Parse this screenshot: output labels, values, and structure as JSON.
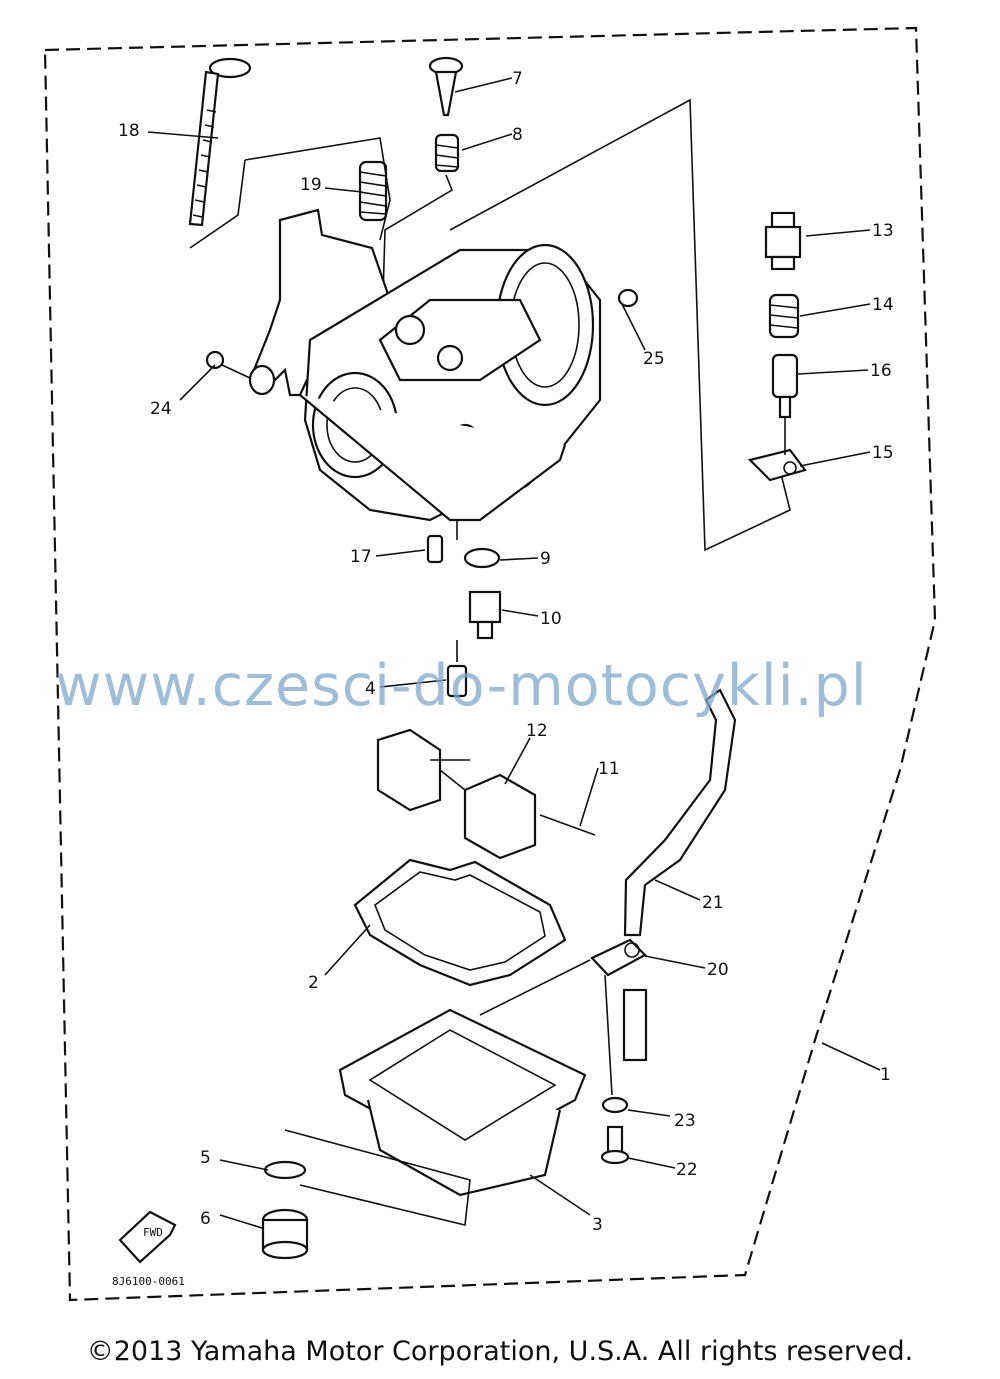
{
  "diagram": {
    "callouts": [
      "1",
      "2",
      "3",
      "4",
      "5",
      "6",
      "7",
      "8",
      "9",
      "10",
      "11",
      "12",
      "13",
      "14",
      "15",
      "16",
      "17",
      "18",
      "19",
      "20",
      "21",
      "22",
      "23",
      "24",
      "25"
    ],
    "drawing_code": "8J6100-0061",
    "corner_mark": "FWD"
  },
  "watermark": "www.czesci-do-motocykli.pl",
  "copyright": "©2013 Yamaha Motor Corporation, U.S.A. All rights reserved."
}
